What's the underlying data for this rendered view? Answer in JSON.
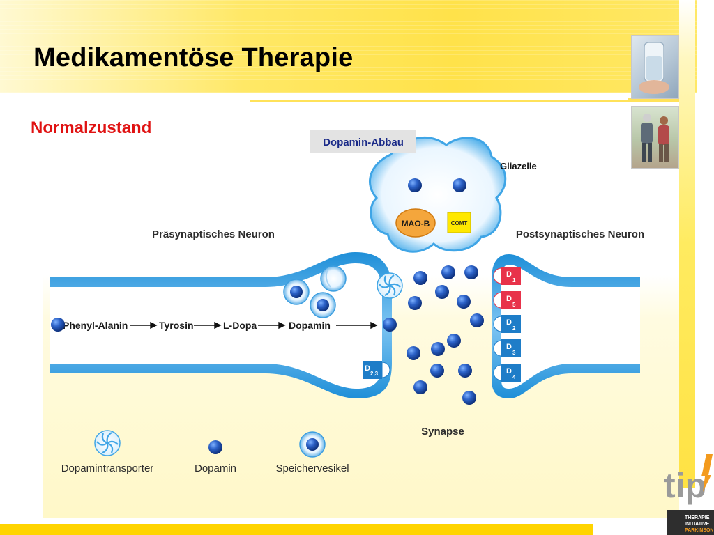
{
  "header": {
    "title": "Medikamentöse Therapie"
  },
  "subtitle": "Normalzustand",
  "diagram": {
    "degradation_label": "Dopamin-Abbau",
    "glia_label": "Gliazelle",
    "enzymes": {
      "maob": "MAO-B",
      "comt": "COMT"
    },
    "presynaptic_label": "Präsynaptisches Neuron",
    "postsynaptic_label": "Postsynaptisches Neuron",
    "pathway": [
      "Phenyl-Alanin",
      "Tyrosin",
      "L-Dopa",
      "Dopamin"
    ],
    "synapse_label": "Synapse",
    "autoreceptor": {
      "main": "D",
      "sub": "2,3"
    },
    "receptors": [
      {
        "main": "D",
        "sub": "1",
        "color": "#e8324a"
      },
      {
        "main": "D",
        "sub": "5",
        "color": "#e8324a"
      },
      {
        "main": "D",
        "sub": "2",
        "color": "#1e7dc8"
      },
      {
        "main": "D",
        "sub": "3",
        "color": "#1e7dc8"
      },
      {
        "main": "D",
        "sub": "4",
        "color": "#1e7dc8"
      }
    ]
  },
  "legend": {
    "transporter": "Dopamintransporter",
    "dopamine": "Dopamin",
    "vesicle": "Speichervesikel"
  },
  "logo": {
    "brand": "tip",
    "line1": "THERAPIE",
    "line2": "INITIATIVE",
    "line3": "PARKINSON"
  },
  "colors": {
    "title_red": "#e01212",
    "neuron_blue": "#2c9be0",
    "dopamine_blue": "#1f55b8",
    "receptor_red": "#e8324a",
    "receptor_blue": "#1e7dc8",
    "maob_orange": "#f4a63c",
    "comt_yellow": "#ffe800",
    "accent_yellow": "#ffd400"
  }
}
